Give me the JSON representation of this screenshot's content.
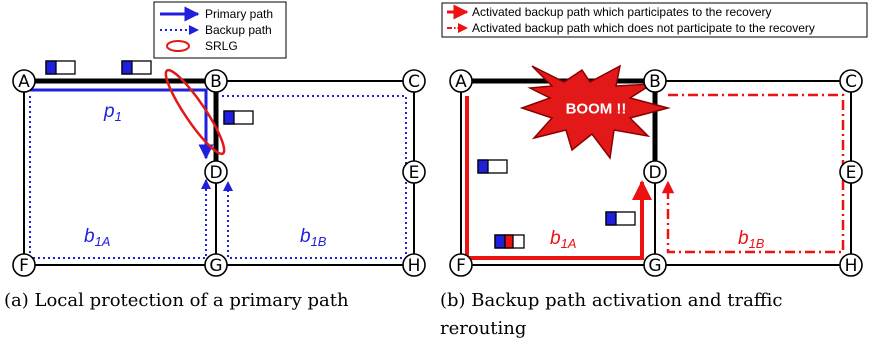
{
  "colors": {
    "primary_path": "#1f1fdd",
    "backup_path": "#1f1fdd",
    "srlg": "#e31919",
    "activated_backup": "#ee1111",
    "link": "#000000",
    "boom_fill": "#e31919"
  },
  "legend_a": {
    "primary": "Primary path",
    "backup": "Backup path",
    "srlg": "SRLG"
  },
  "legend_b": {
    "activated_recovery": "Activated backup path which participates to the recovery",
    "activated_not_recovery": "Activated backup path which does not participate to the recovery"
  },
  "nodes": [
    "A",
    "B",
    "C",
    "D",
    "E",
    "F",
    "G",
    "H"
  ],
  "labels_a": {
    "p1": "p",
    "p1_sub": "1",
    "b1a": "b",
    "b1a_sub": "1A",
    "b1b": "b",
    "b1b_sub": "1B"
  },
  "labels_b": {
    "b1a": "b",
    "b1a_sub": "1A",
    "b1b": "b",
    "b1b_sub": "1B"
  },
  "boom": "BOOM !!",
  "captions": {
    "a": "(a) Local protection of a primary path",
    "b_line1": "(b) Backup path activation and traffic",
    "b_line2": "rerouting"
  }
}
